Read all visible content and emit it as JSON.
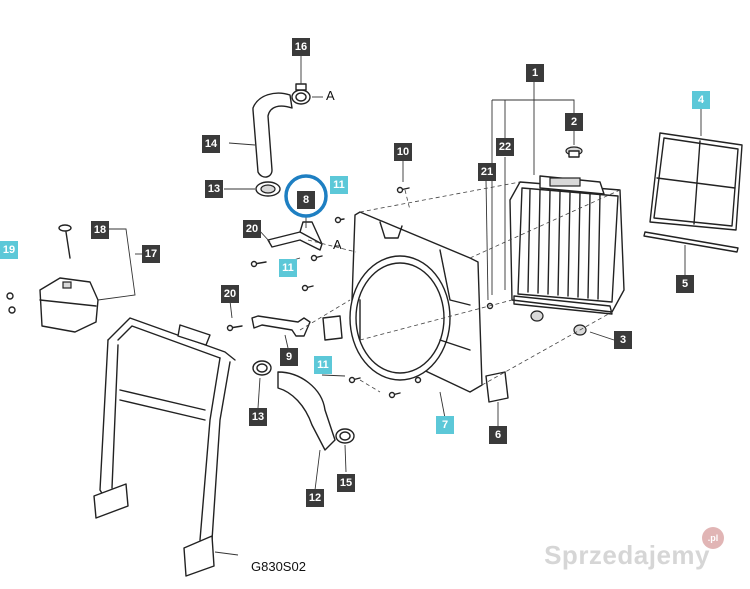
{
  "diagram": {
    "code": "G830S02",
    "connector_letter": "A",
    "watermark": "Sprzedajemy",
    "watermark_badge": ".pl",
    "accent_highlight": "#1e7fc2",
    "cyan_tag_color": "#5cc8d8",
    "dark_tag_color": "#3a3a3a",
    "tags": [
      {
        "id": "1",
        "style": "dark"
      },
      {
        "id": "2",
        "style": "dark"
      },
      {
        "id": "3",
        "style": "dark"
      },
      {
        "id": "4",
        "style": "cyan"
      },
      {
        "id": "5",
        "style": "dark"
      },
      {
        "id": "6",
        "style": "dark"
      },
      {
        "id": "7",
        "style": "cyan"
      },
      {
        "id": "8",
        "style": "dark",
        "highlighted": true
      },
      {
        "id": "9",
        "style": "dark"
      },
      {
        "id": "10",
        "style": "dark"
      },
      {
        "id": "11",
        "style": "cyan"
      },
      {
        "id": "11",
        "style": "cyan"
      },
      {
        "id": "11",
        "style": "cyan"
      },
      {
        "id": "12",
        "style": "dark"
      },
      {
        "id": "13",
        "style": "dark"
      },
      {
        "id": "13",
        "style": "dark"
      },
      {
        "id": "14",
        "style": "dark"
      },
      {
        "id": "15",
        "style": "dark"
      },
      {
        "id": "16",
        "style": "dark"
      },
      {
        "id": "17",
        "style": "dark"
      },
      {
        "id": "18",
        "style": "dark"
      },
      {
        "id": "19",
        "style": "cyan"
      },
      {
        "id": "20",
        "style": "dark"
      },
      {
        "id": "20",
        "style": "dark"
      },
      {
        "id": "21",
        "style": "dark"
      },
      {
        "id": "22",
        "style": "dark"
      }
    ]
  }
}
